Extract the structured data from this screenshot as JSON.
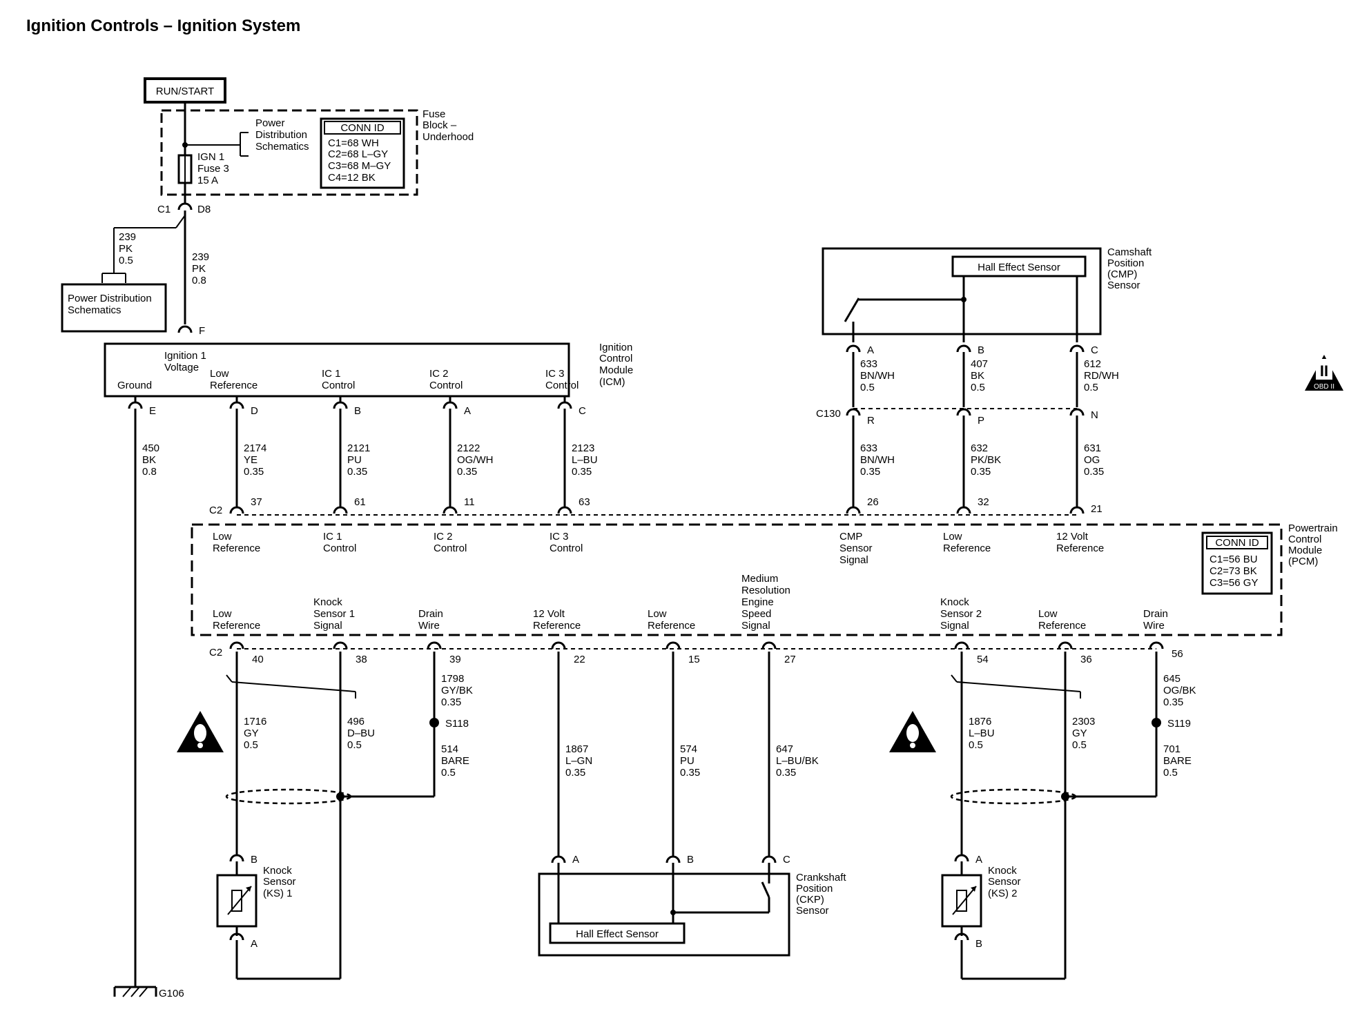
{
  "title": "Ignition Controls – Ignition System",
  "power_source": "RUN/START",
  "fuse_block": {
    "name": "Fuse Block – Underhood",
    "fuse_name": "IGN 1",
    "fuse_id": "Fuse 3",
    "fuse_rating": "15 A",
    "pd_ref": "Power Distribution Schematics",
    "conn_title": "CONN ID",
    "conn_lines": [
      "C1=68 WH",
      "C2=68 L–GY",
      "C3=68 M–GY",
      "C4=12 BK"
    ]
  },
  "fuse_connectors": {
    "c1": "C1",
    "d8": "D8"
  },
  "branch_wire": {
    "circuit": "239",
    "color": "PK",
    "size": "0.5"
  },
  "main_wire": {
    "circuit": "239",
    "color": "PK",
    "size": "0.8"
  },
  "pd_box": "Power Distribution Schematics",
  "icm": {
    "name": "Ignition Control Module (ICM)",
    "input_pin": "F",
    "labels": {
      "ign_voltage": "Ignition 1 Voltage",
      "ground": "Ground",
      "low_ref": "Low Reference",
      "ic1": "IC 1 Control",
      "ic2": "IC 2 Control",
      "ic3": "IC 3 Control"
    },
    "pins": {
      "ground": "E",
      "low_ref": "D",
      "ic1": "B",
      "ic2": "A",
      "ic3": "C"
    }
  },
  "icm_wires": [
    {
      "circuit": "450",
      "color": "BK",
      "size": "0.8"
    },
    {
      "circuit": "2174",
      "color": "YE",
      "size": "0.35"
    },
    {
      "circuit": "2121",
      "color": "PU",
      "size": "0.35"
    },
    {
      "circuit": "2122",
      "color": "OG/WH",
      "size": "0.35"
    },
    {
      "circuit": "2123",
      "color": "L–BU",
      "size": "0.35"
    }
  ],
  "cmp": {
    "name": "Camshaft Position (CMP) Sensor",
    "hall": "Hall Effect Sensor",
    "pins": [
      "A",
      "B",
      "C"
    ],
    "wires_top": [
      {
        "circuit": "633",
        "color": "BN/WH",
        "size": "0.5"
      },
      {
        "circuit": "407",
        "color": "BK",
        "size": "0.5"
      },
      {
        "circuit": "612",
        "color": "RD/WH",
        "size": "0.5"
      }
    ],
    "connector": "C130",
    "conn_pins": [
      "R",
      "P",
      "N"
    ],
    "wires_bottom": [
      {
        "circuit": "633",
        "color": "BN/WH",
        "size": "0.35"
      },
      {
        "circuit": "632",
        "color": "PK/BK",
        "size": "0.35"
      },
      {
        "circuit": "631",
        "color": "OG",
        "size": "0.35"
      }
    ]
  },
  "obd_badge": {
    "numeral": "II",
    "label": "OBD II"
  },
  "pcm": {
    "name": "Powertrain Control Module (PCM)",
    "conn_title": "CONN ID",
    "conn_lines": [
      "C1=56 BU",
      "C2=73 BK",
      "C3=56 GY"
    ],
    "top_connector": "C2",
    "top_pins": [
      "37",
      "61",
      "11",
      "63",
      "26",
      "32",
      "21"
    ],
    "top_labels": {
      "low_ref": "Low Reference",
      "ic1": "IC 1 Control",
      "ic2": "IC 2 Control",
      "ic3": "IC 3 Control",
      "cmp_sig": "CMP Sensor Signal",
      "low_ref2": "Low Reference",
      "v12": "12 Volt Reference"
    },
    "bottom_connector": "C2",
    "bottom_pins": [
      "40",
      "38",
      "39",
      "22",
      "15",
      "27",
      "54",
      "36",
      "56"
    ],
    "bottom_labels": {
      "low_ref_a": "Low Reference",
      "ks1": "Knock Sensor 1 Signal",
      "drain_a": "Drain Wire",
      "v12": "12 Volt Reference",
      "low_ref_b": "Low Reference",
      "mres": "Medium Resolution Engine Speed Signal",
      "ks2": "Knock Sensor 2 Signal",
      "low_ref_c": "Low Reference",
      "drain_b": "Drain Wire"
    }
  },
  "lower_wires": [
    {
      "circuit": "1798",
      "color": "GY/BK",
      "size": "0.35"
    },
    {
      "circuit": "1716",
      "color": "GY",
      "size": "0.5"
    },
    {
      "circuit": "496",
      "color": "D–BU",
      "size": "0.5"
    },
    {
      "circuit": "514",
      "color": "BARE",
      "size": "0.5"
    },
    {
      "circuit": "1867",
      "color": "L–GN",
      "size": "0.35"
    },
    {
      "circuit": "574",
      "color": "PU",
      "size": "0.35"
    },
    {
      "circuit": "647",
      "color": "L–BU/BK",
      "size": "0.35"
    },
    {
      "circuit": "645",
      "color": "OG/BK",
      "size": "0.35"
    },
    {
      "circuit": "1876",
      "color": "L–BU",
      "size": "0.5"
    },
    {
      "circuit": "2303",
      "color": "GY",
      "size": "0.5"
    },
    {
      "circuit": "701",
      "color": "BARE",
      "size": "0.5"
    }
  ],
  "splices": [
    "S118",
    "S119"
  ],
  "ks1": {
    "name": "Knock Sensor (KS) 1",
    "pin_top": "B",
    "pin_bot": "A"
  },
  "ks2": {
    "name": "Knock Sensor (KS) 2",
    "pin_top": "A",
    "pin_bot": "B"
  },
  "ckp": {
    "name": "Crankshaft Position (CKP) Sensor",
    "hall": "Hall Effect Sensor",
    "pins": [
      "A",
      "B",
      "C"
    ]
  },
  "ground_id": "G106"
}
